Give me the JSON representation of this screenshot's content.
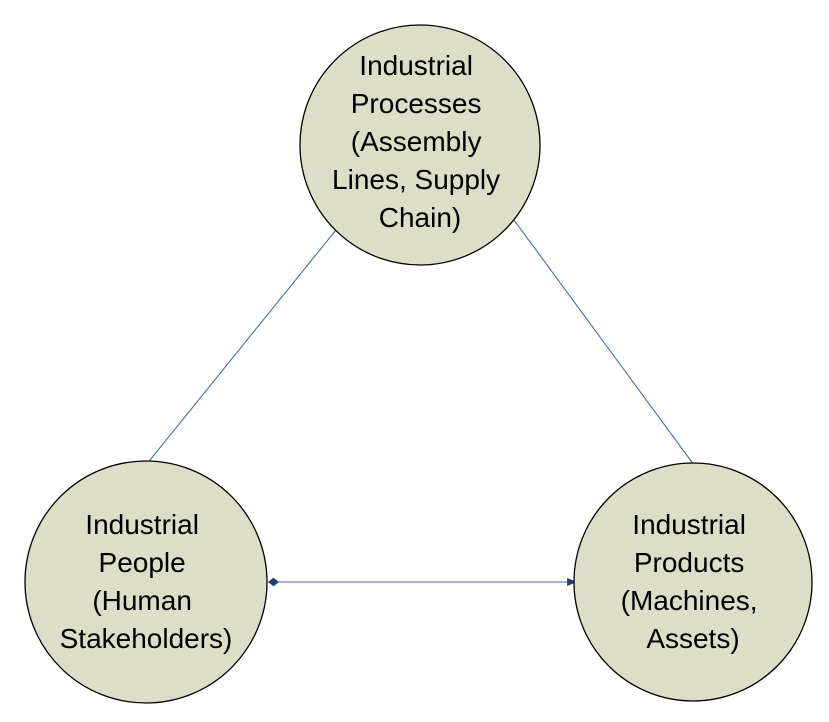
{
  "diagram": {
    "nodes": {
      "processes": {
        "lines": [
          "Industrial",
          "Processes",
          "(Assembly",
          "Lines, Supply",
          "Chain)"
        ]
      },
      "people": {
        "lines": [
          "Industrial",
          "People",
          "(Human",
          "Stakeholders)"
        ]
      },
      "products": {
        "lines": [
          "Industrial",
          "Products",
          "(Machines,",
          "Assets)"
        ]
      }
    },
    "colors": {
      "node_fill": "#dcdec7",
      "node_stroke": "#000000",
      "connector": "#4a6fa5",
      "arrowhead": "#1f3f73"
    }
  }
}
